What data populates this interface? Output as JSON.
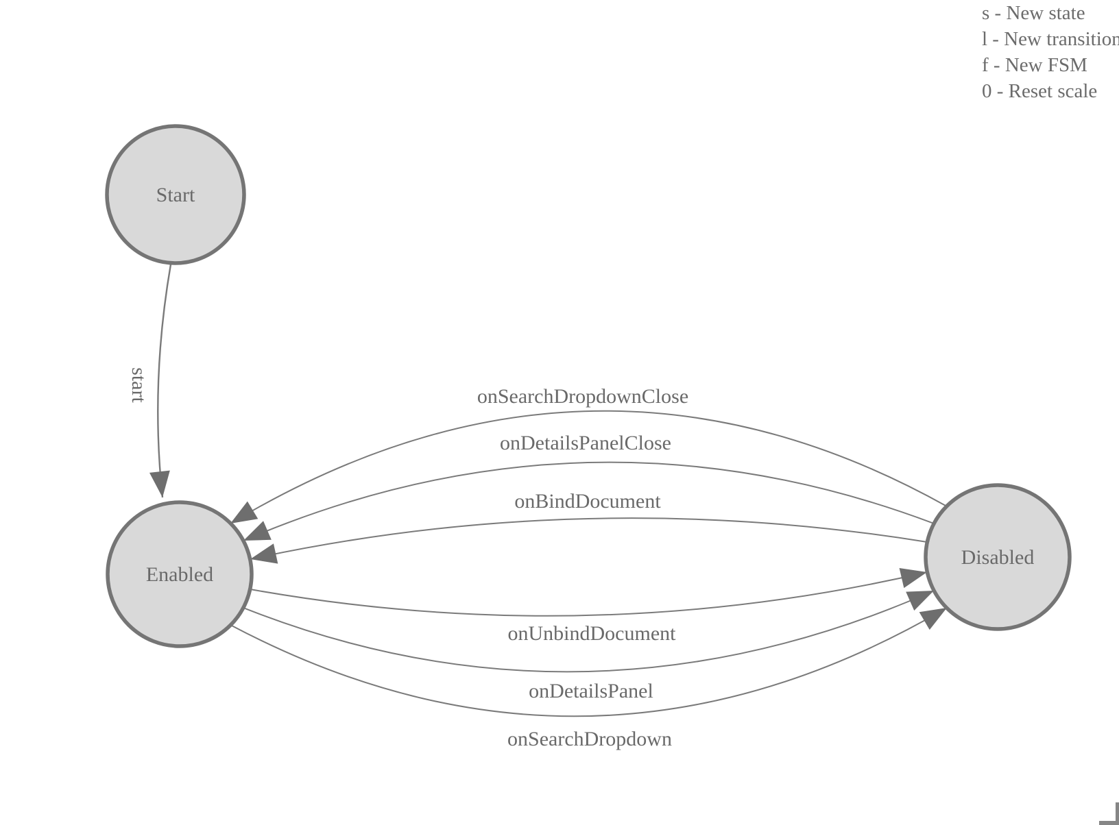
{
  "diagram": {
    "states": [
      {
        "id": "start",
        "label": "Start"
      },
      {
        "id": "enabled",
        "label": "Enabled"
      },
      {
        "id": "disabled",
        "label": "Disabled"
      }
    ],
    "transitions": [
      {
        "label": "start",
        "from": "Start",
        "to": "Enabled"
      },
      {
        "label": "onSearchDropdownClose",
        "from": "Disabled",
        "to": "Enabled"
      },
      {
        "label": "onDetailsPanelClose",
        "from": "Disabled",
        "to": "Enabled"
      },
      {
        "label": "onBindDocument",
        "from": "Disabled",
        "to": "Enabled"
      },
      {
        "label": "onUnbindDocument",
        "from": "Enabled",
        "to": "Disabled"
      },
      {
        "label": "onDetailsPanel",
        "from": "Enabled",
        "to": "Disabled"
      },
      {
        "label": "onSearchDropdown",
        "from": "Enabled",
        "to": "Disabled"
      }
    ]
  },
  "legend": {
    "lines": [
      "s - New state",
      "l - New transition",
      "f - New FSM",
      "0 - Reset scale"
    ]
  },
  "colors": {
    "background": "#ffffff",
    "node_fill": "#d9d9d9",
    "node_border": "#757575",
    "edge_line": "#7a7a7a",
    "arrowhead": "#6e6e6e",
    "text": "#696969",
    "legend_text": "#6b6b6b",
    "corner_mark": "#868686"
  }
}
